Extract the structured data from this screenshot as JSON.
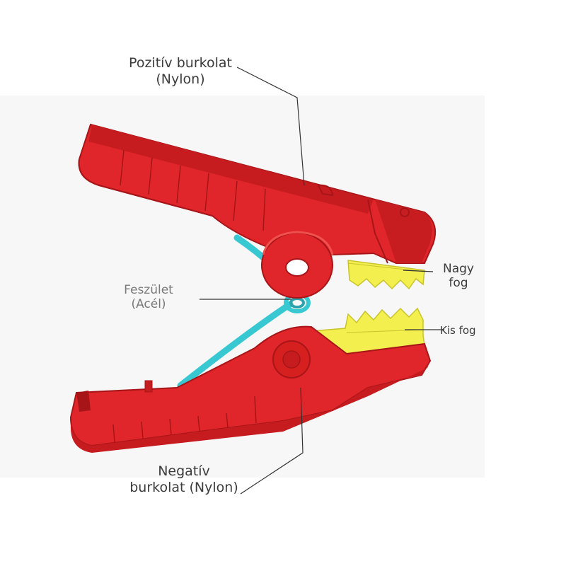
{
  "labels": {
    "positive_cover": {
      "line1": "Pozitív burkolat",
      "line2": "(Nylon)"
    },
    "spring": {
      "line1": "Feszület",
      "line2": "(Acél)"
    },
    "large_tooth": {
      "line1": "Nagy",
      "line2": "fog"
    },
    "small_tooth": {
      "line1": "Kis fog"
    },
    "negative_cover": {
      "line1": "Negatív",
      "line2": "burkolat (Nylon)"
    }
  },
  "colors": {
    "housing": "#e0262a",
    "housing_dark": "#a81518",
    "housing_light": "#f0504e",
    "spring": "#38c8d2",
    "teeth": "#f2ef4f",
    "teeth_dark": "#c9c42c",
    "leader_line": "#333333"
  }
}
